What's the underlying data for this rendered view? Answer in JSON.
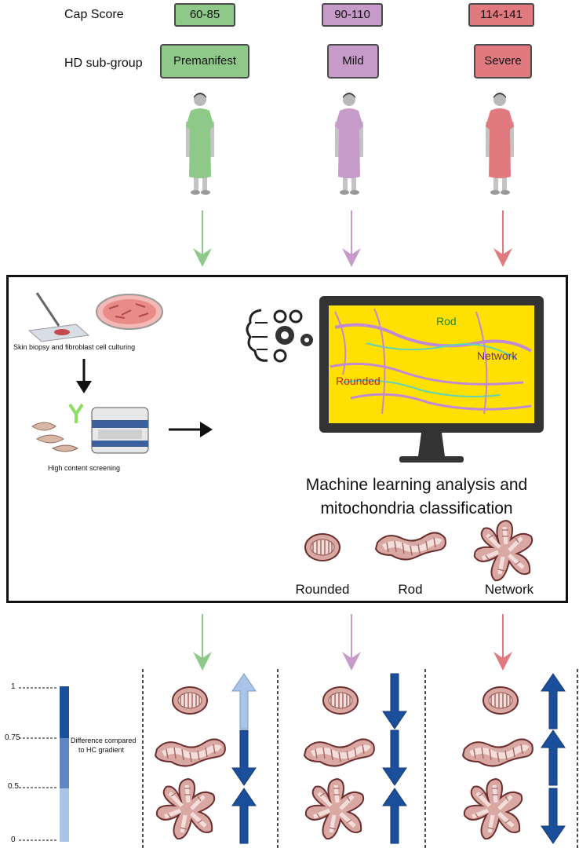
{
  "rows": {
    "cap_score_label": "Cap Score",
    "subgroup_label": "HD sub-group"
  },
  "groups": [
    {
      "score": "60-85",
      "name": "Premanifest",
      "color": "#8fc98a"
    },
    {
      "score": "90-110",
      "name": "Mild",
      "color": "#c79bc9"
    },
    {
      "score": "114-141",
      "name": "Severe",
      "color": "#e07a7f"
    }
  ],
  "workflow": {
    "biopsy_caption": "Skin biopsy and fibroblast cell culturing",
    "screening_caption": "High content screening",
    "ml_title_line1": "Machine learning analysis and",
    "ml_title_line2": "mitochondria classification",
    "screen_labels": {
      "rod": "Rod",
      "network": "Network",
      "rounded": "Rounded"
    },
    "morphologies": [
      "Rounded",
      "Rod",
      "Network"
    ]
  },
  "legend": {
    "ticks": [
      "1",
      "0.75",
      "0.5",
      "0"
    ],
    "caption_line1": "Difference compared",
    "caption_line2": "to HC gradient",
    "gradient_colors": [
      "#1a4f9c",
      "#5f86c2",
      "#a9c4e6"
    ]
  },
  "results": {
    "premanifest": [
      {
        "morphology": "Rounded",
        "direction": "up",
        "magnitude": 0.4
      },
      {
        "morphology": "Rod",
        "direction": "down",
        "magnitude": 0.9
      },
      {
        "morphology": "Network",
        "direction": "up",
        "magnitude": 0.9
      }
    ],
    "mild": [
      {
        "morphology": "Rounded",
        "direction": "down",
        "magnitude": 0.9
      },
      {
        "morphology": "Rod",
        "direction": "down",
        "magnitude": 0.9
      },
      {
        "morphology": "Network",
        "direction": "up",
        "magnitude": 0.9
      }
    ],
    "severe": [
      {
        "morphology": "Rounded",
        "direction": "up",
        "magnitude": 0.9
      },
      {
        "morphology": "Rod",
        "direction": "up",
        "magnitude": 0.9
      },
      {
        "morphology": "Network",
        "direction": "down",
        "magnitude": 0.9
      }
    ]
  }
}
